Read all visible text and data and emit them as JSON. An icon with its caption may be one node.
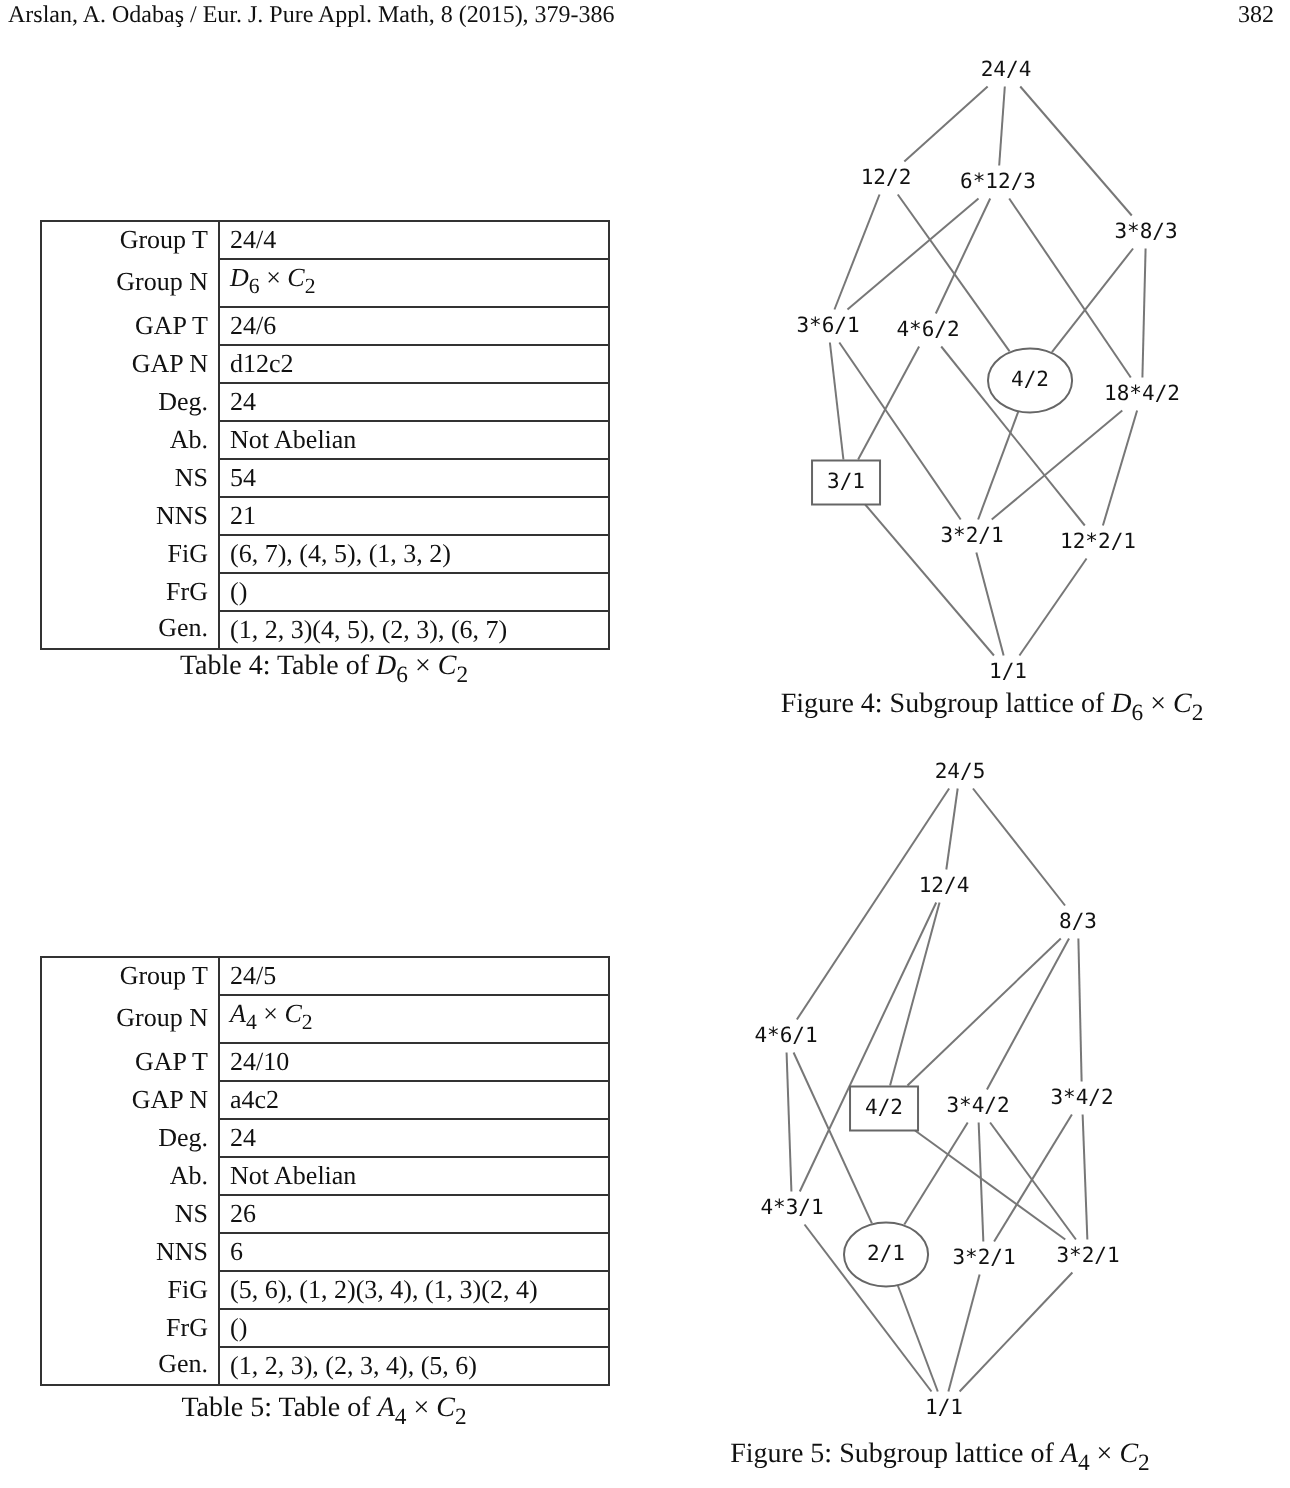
{
  "diagram": {
    "nodes": [
      {
        "text": [
          "24/4"
        ]
      },
      {
        "text": [
          "12/2"
        ]
      },
      {
        "text": [
          "6*12/3"
        ]
      },
      {
        "text": [
          "3*8/3"
        ]
      },
      {
        "text": [
          "3*6/1"
        ]
      },
      {
        "text": [
          "4*6/2"
        ]
      },
      {
        "text": [
          "4/2"
        ]
      },
      {
        "text": [
          "18*4/2"
        ]
      },
      {
        "text": [
          "3/1"
        ]
      },
      {
        "text": [
          "3*2/1"
        ]
      },
      {
        "text": [
          "12*2/1"
        ]
      },
      {
        "text": [
          "1/1"
        ]
      },
      {
        "text": [
          "24/5"
        ]
      },
      {
        "text": [
          "12/4"
        ]
      },
      {
        "text": [
          "8/3"
        ]
      },
      {
        "text": [
          "4*6/1"
        ]
      },
      {
        "text": [
          "4/2"
        ]
      },
      {
        "text": [
          "3*4/2"
        ]
      },
      {
        "text": [
          "3*4/2"
        ]
      },
      {
        "text": [
          "4*3/1"
        ]
      },
      {
        "text": [
          "2/1"
        ]
      },
      {
        "text": [
          "3*2/1"
        ]
      },
      {
        "text": [
          "3*2/1"
        ]
      },
      {
        "text": [
          "1/1"
        ]
      }
    ],
    "edges": [
      {
        "from": 0,
        "to": 1,
        "arrow": "none"
      },
      {
        "from": 0,
        "to": 2,
        "arrow": "none"
      },
      {
        "from": 0,
        "to": 3,
        "arrow": "none"
      },
      {
        "from": 1,
        "to": 4,
        "arrow": "none"
      },
      {
        "from": 1,
        "to": 6,
        "arrow": "none"
      },
      {
        "from": 2,
        "to": 4,
        "arrow": "none"
      },
      {
        "from": 2,
        "to": 5,
        "arrow": "none"
      },
      {
        "from": 2,
        "to": 7,
        "arrow": "none"
      },
      {
        "from": 3,
        "to": 6,
        "arrow": "none"
      },
      {
        "from": 3,
        "to": 7,
        "arrow": "none"
      },
      {
        "from": 4,
        "to": 8,
        "arrow": "none"
      },
      {
        "from": 4,
        "to": 9,
        "arrow": "none"
      },
      {
        "from": 5,
        "to": 8,
        "arrow": "none"
      },
      {
        "from": 5,
        "to": 10,
        "arrow": "none"
      },
      {
        "from": 6,
        "to": 9,
        "arrow": "none"
      },
      {
        "from": 7,
        "to": 9,
        "arrow": "none"
      },
      {
        "from": 7,
        "to": 10,
        "arrow": "none"
      },
      {
        "from": 8,
        "to": 11,
        "arrow": "none"
      },
      {
        "from": 9,
        "to": 11,
        "arrow": "none"
      },
      {
        "from": 10,
        "to": 11,
        "arrow": "none"
      },
      {
        "from": 12,
        "to": 15,
        "arrow": "none"
      },
      {
        "from": 12,
        "to": 13,
        "arrow": "none"
      },
      {
        "from": 12,
        "to": 14,
        "arrow": "none"
      },
      {
        "from": 13,
        "to": 19,
        "arrow": "none"
      },
      {
        "from": 13,
        "to": 16,
        "arrow": "none"
      },
      {
        "from": 14,
        "to": 16,
        "arrow": "none"
      },
      {
        "from": 14,
        "to": 17,
        "arrow": "none"
      },
      {
        "from": 14,
        "to": 18,
        "arrow": "none"
      },
      {
        "from": 15,
        "to": 19,
        "arrow": "none"
      },
      {
        "from": 15,
        "to": 20,
        "arrow": "none"
      },
      {
        "from": 16,
        "to": 22,
        "arrow": "none"
      },
      {
        "from": 17,
        "to": 20,
        "arrow": "none"
      },
      {
        "from": 17,
        "to": 21,
        "arrow": "none"
      },
      {
        "from": 17,
        "to": 22,
        "arrow": "none"
      },
      {
        "from": 18,
        "to": 21,
        "arrow": "none"
      },
      {
        "from": 18,
        "to": 22,
        "arrow": "none"
      },
      {
        "from": 19,
        "to": 23,
        "arrow": "none"
      },
      {
        "from": 20,
        "to": 23,
        "arrow": "none"
      },
      {
        "from": 21,
        "to": 23,
        "arrow": "none"
      },
      {
        "from": 22,
        "to": 23,
        "arrow": "none"
      }
    ],
    "labels": [
      "Arslan, A. Odabaş / Eur. J. Pure Appl. Math, 8 (2015), 379-386",
      "382",
      "Group T",
      "24/4",
      "Group N",
      "*D*$_{6}$ × *C*$_{2}$",
      "GAP T",
      "24/6",
      "GAP N",
      "d12c2",
      "Deg.",
      "24",
      "Ab.",
      "Not Abelian",
      "NS",
      "54",
      "NNS",
      "21",
      "FiG",
      "(6, 7), (4, 5), (1, 3, 2)",
      "FrG",
      "()",
      "Gen.",
      "(1, 2, 3)(4, 5), (2, 3), (6, 7)",
      "Table 4: Table of *D*$_{6}$ × *C*$_{2}$",
      "Figure 4: Subgroup lattice of *D*$_{6}$ × *C*$_{2}$",
      "Group T",
      "24/5",
      "Group N",
      "*A*$_{4}$ × *C*$_{2}$",
      "GAP T",
      "24/10",
      "GAP N",
      "a4c2",
      "Deg.",
      "24",
      "Ab.",
      "Not Abelian",
      "NS",
      "26",
      "NNS",
      "6",
      "FiG",
      "(5, 6), (1, 2)(3, 4), (1, 3)(2, 4)",
      "FrG",
      "()",
      "Gen.",
      "(1, 2, 3), (2, 3, 4), (5, 6)",
      "Table 5: Table of *A*$_{4}$ × *C*$_{2}$",
      "Figure 5: Subgroup lattice of *A*$_{4}$ × *C*$_{2}$"
    ]
  }
}
